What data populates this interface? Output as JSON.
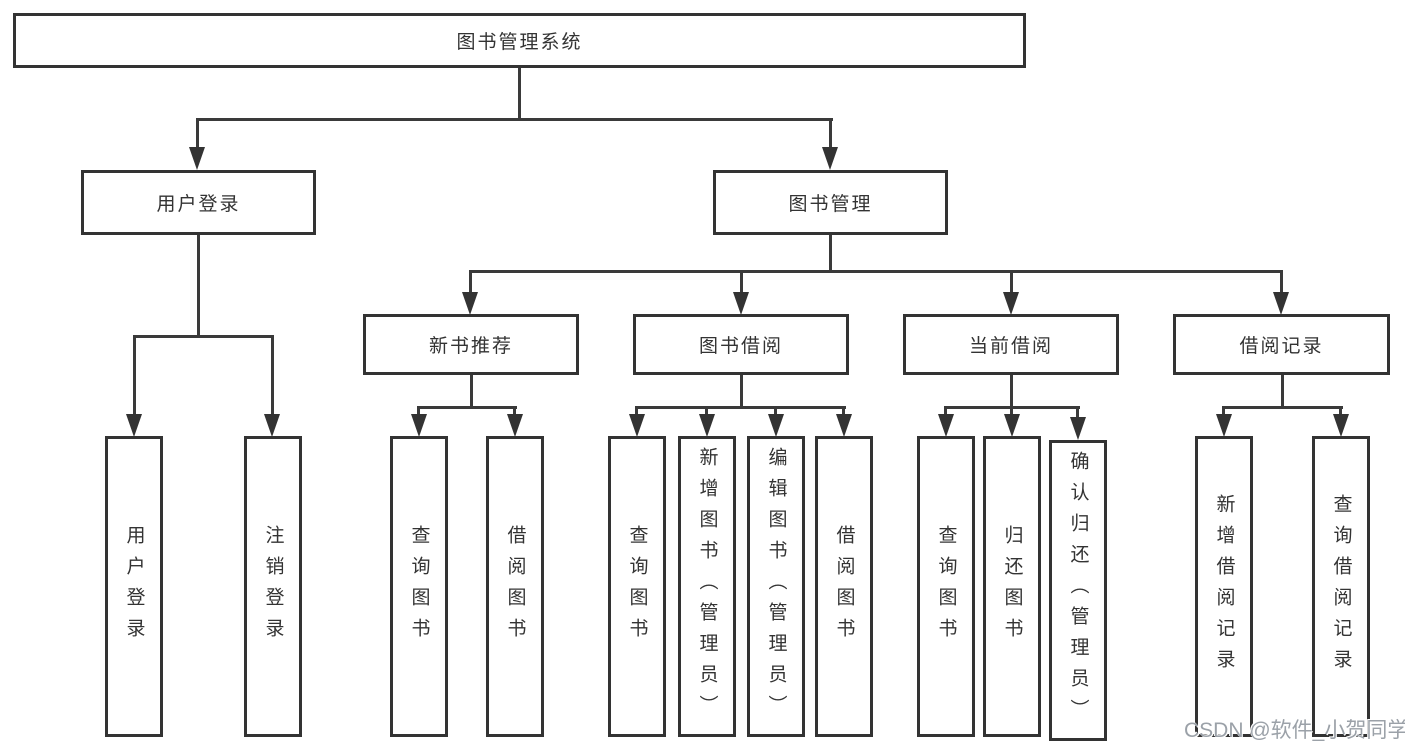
{
  "tree": {
    "root": {
      "label": "图书管理系统"
    },
    "branches": [
      {
        "label": "用户登录",
        "children": [
          {
            "label": "用户登录"
          },
          {
            "label": "注销登录"
          }
        ]
      },
      {
        "label": "图书管理",
        "children": [
          {
            "label": "新书推荐",
            "children": [
              {
                "label": "查询图书"
              },
              {
                "label": "借阅图书"
              }
            ]
          },
          {
            "label": "图书借阅",
            "children": [
              {
                "label": "查询图书"
              },
              {
                "label": "新增图书（管理员）"
              },
              {
                "label": "编辑图书（管理员）"
              },
              {
                "label": "借阅图书"
              }
            ]
          },
          {
            "label": "当前借阅",
            "children": [
              {
                "label": "查询图书"
              },
              {
                "label": "归还图书"
              },
              {
                "label": "确认归还（管理员）"
              }
            ]
          },
          {
            "label": "借阅记录",
            "children": [
              {
                "label": "新增借阅记录"
              },
              {
                "label": "查询借阅记录"
              }
            ]
          }
        ]
      }
    ]
  },
  "watermark": {
    "text": "CSDN @软件_小贺同学"
  },
  "colors": {
    "line": "#3a3a3a",
    "border": "#333333",
    "text": "#333333",
    "background": "#ffffff",
    "watermark": "#9ba1a8"
  }
}
